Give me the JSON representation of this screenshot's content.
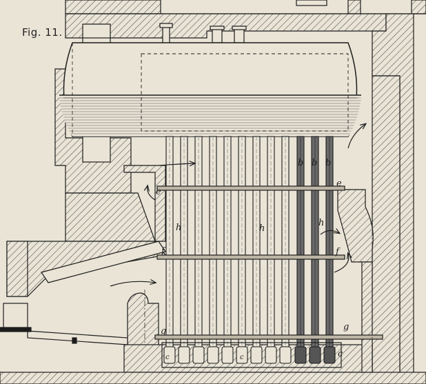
{
  "figure": {
    "caption": "Fig. 11."
  },
  "labels": {
    "e_left": "e",
    "e_right": "e",
    "f_left": "f",
    "f_right": "f",
    "g_left": "g",
    "g_right": "g",
    "h_left": "h",
    "h_mid": "h",
    "h_right": "h",
    "b1": "b",
    "b2": "b",
    "b3": "b",
    "c_left": "c",
    "c_mid": "c",
    "c_right": "c"
  },
  "colors": {
    "paper": "#e9e4d6",
    "ink": "#1c1c1c",
    "hatch": "#4a4a4a"
  }
}
